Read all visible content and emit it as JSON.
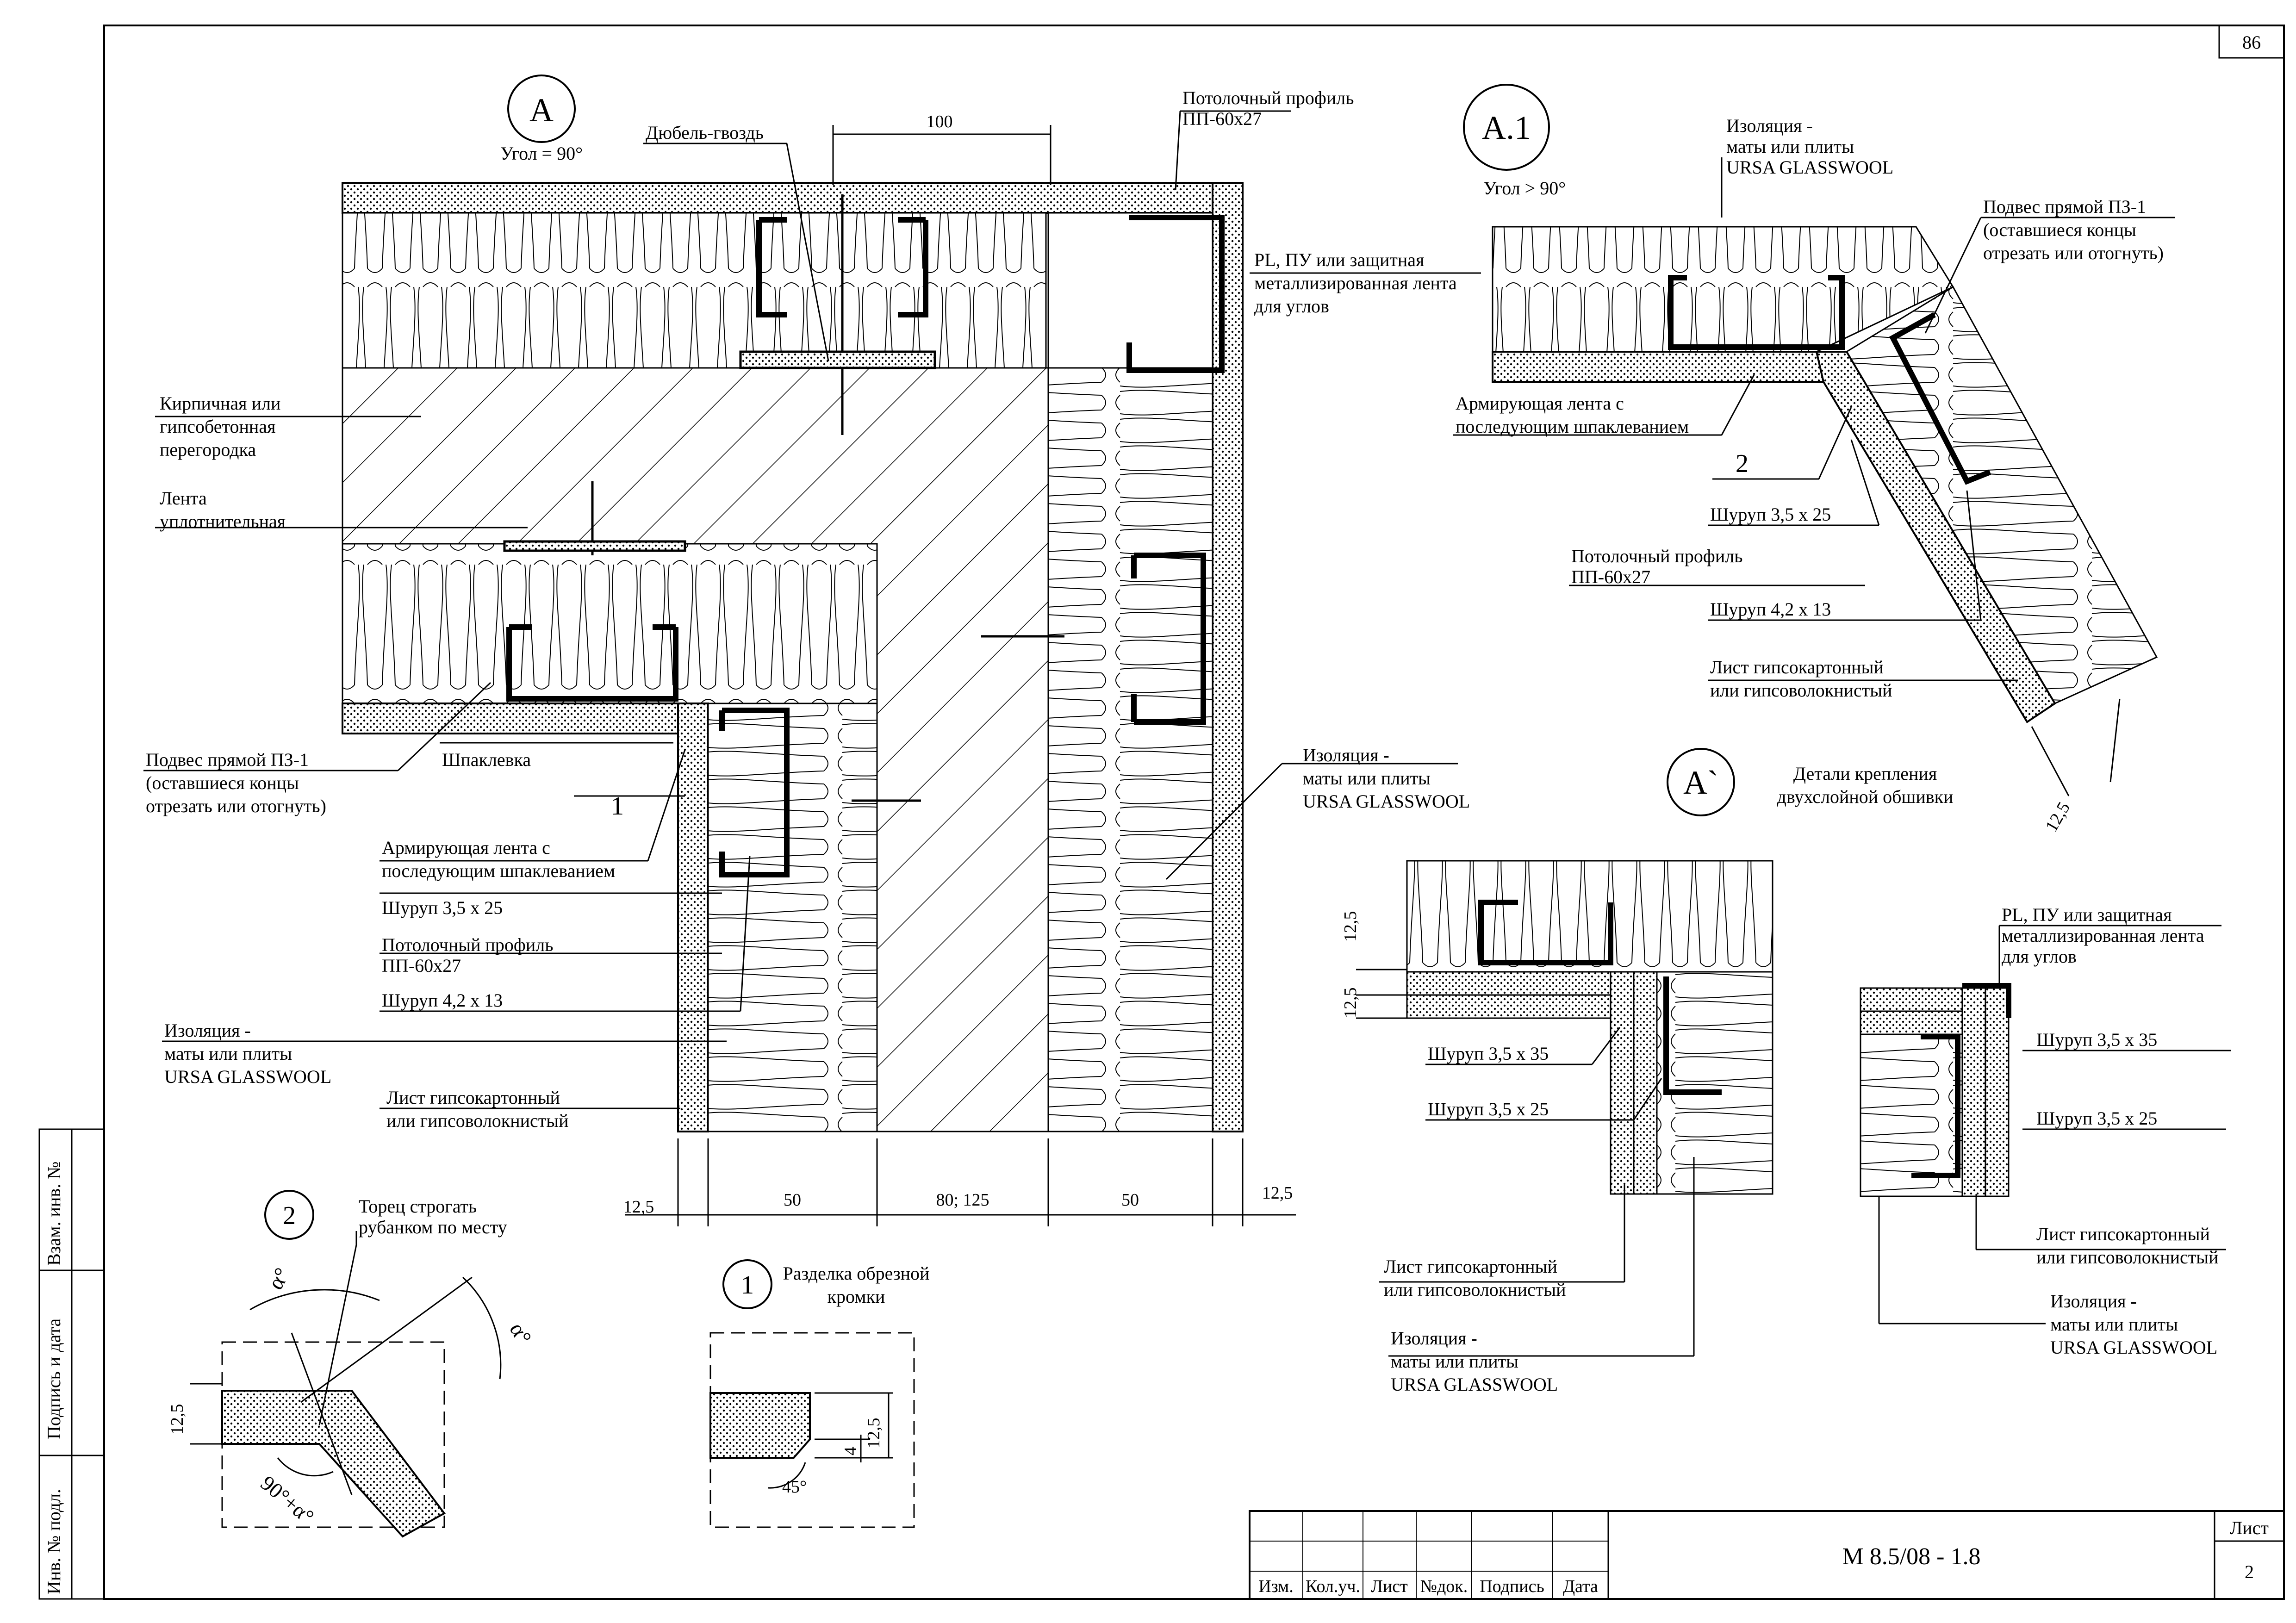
{
  "sheet": {
    "number": "86",
    "code": "М 8.5/08 - 1.8",
    "list_label": "Лист",
    "list_value": "2",
    "stamp_headers": [
      "Изм.",
      "Кол.уч.",
      "Лист",
      "№док.",
      "Подпись",
      "Дата"
    ],
    "side_labels": [
      "Взам. инв. №",
      "Подпись и дата",
      "Инв. № подл."
    ]
  },
  "detail_A": {
    "marker": "A",
    "angle": "Угол = 90°",
    "labels": {
      "dowel": "Дюбель-гвоздь",
      "ceiling_profile_1": "Потолочный профиль",
      "ceiling_profile_2": "ПП-60х27",
      "corner_tape_1": "PL, ПУ или защитная",
      "corner_tape_2": "металлизированная лента",
      "corner_tape_3": "для углов",
      "partition_1": "Кирпичная или",
      "partition_2": "гипсобетонная",
      "partition_3": "перегородка",
      "seal_1": "Лента",
      "seal_2": "уплотнительная",
      "hanger_1": "Подвес прямой ПЗ-1",
      "hanger_2": "(оставшиеся концы",
      "hanger_3": "отрезать или отогнуть)",
      "putty": "Шпаклевка",
      "callout_1": "1",
      "reinf_1": "Армирующая лента с",
      "reinf_2": "последующим шпаклеванием",
      "screw_25": "Шуруп 3,5 х 25",
      "profile_1": "Потолочный профиль",
      "profile_2": "ПП-60х27",
      "screw_13": "Шуруп 4,2 х 13",
      "ins_1": "Изоляция -",
      "ins_2": "маты или плиты",
      "ins_3": "URSA GLASSWOOL",
      "board_1": "Лист гипсокартонный",
      "board_2": "или гипсоволокнистый",
      "ins_r_1": "Изоляция -",
      "ins_r_2": "маты или плиты",
      "ins_r_3": "URSA GLASSWOOL"
    },
    "dims": {
      "top": "100",
      "d1": "12,5",
      "d2": "50",
      "d3": "80; 125",
      "d4": "50",
      "d5": "12,5"
    }
  },
  "detail_A1": {
    "marker": "А.1",
    "angle": "Угол > 90°",
    "labels": {
      "ins_1": "Изоляция -",
      "ins_2": "маты или плиты",
      "ins_3": "URSA GLASSWOOL",
      "hanger_1": "Подвес прямой ПЗ-1",
      "hanger_2": "(оставшиеся концы",
      "hanger_3": "отрезать или отогнуть)",
      "reinf_1": "Армирующая лента с",
      "reinf_2": "последующим шпаклеванием",
      "callout_2": "2",
      "screw_25": "Шуруп 3,5 х 25",
      "profile_1": "Потолочный профиль",
      "profile_2": "ПП-60х27",
      "screw_13": "Шуруп 4,2 х 13",
      "board_1": "Лист гипсокартонный",
      "board_2": "или гипсоволокнистый",
      "dim": "12,5"
    }
  },
  "detail_Aprime": {
    "marker": "А`",
    "title_1": "Детали крепления",
    "title_2": "двухслойной обшивки",
    "labels": {
      "dim_a": "12,5",
      "dim_b": "12,5",
      "screw_35": "Шуруп 3,5 х 35",
      "screw_25": "Шуруп 3,5 х 25",
      "board_1": "Лист гипсокартонный",
      "board_2": "или гипсоволокнистый",
      "ins_1": "Изоляция -",
      "ins_2": "маты или плиты",
      "ins_3": "URSA GLASSWOOL",
      "tape_1": "PL, ПУ или защитная",
      "tape_2": "металлизированная лента",
      "tape_3": "для углов",
      "r_screw_35": "Шуруп 3,5 х 35",
      "r_screw_25": "Шуруп 3,5 х 25",
      "r_board_1": "Лист гипсокартонный",
      "r_board_2": "или гипсоволокнистый",
      "r_ins_1": "Изоляция -",
      "r_ins_2": "маты или плиты",
      "r_ins_3": "URSA GLASSWOOL"
    }
  },
  "detail_2": {
    "marker": "2",
    "title_1": "Торец строгать",
    "title_2": "рубанком по месту",
    "alpha_1": "α°",
    "alpha_2": "α°",
    "angle": "90°+α°",
    "dim": "12,5"
  },
  "detail_1": {
    "marker": "1",
    "title_1": "Разделка обрезной",
    "title_2": "кромки",
    "angle": "45°",
    "dim_a": "4",
    "dim_b": "12,5"
  }
}
